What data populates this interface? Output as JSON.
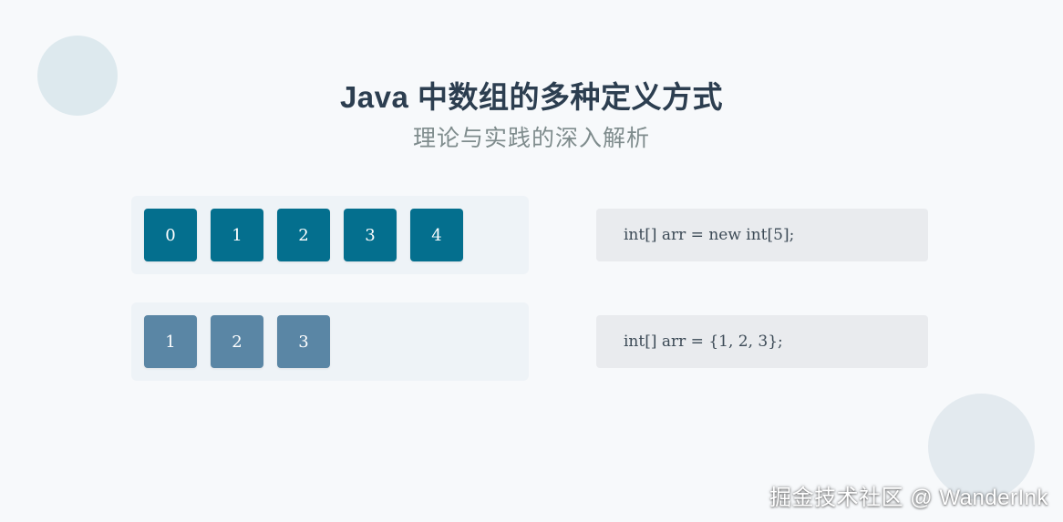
{
  "header": {
    "title": "Java 中数组的多种定义方式",
    "subtitle": "理论与实践的深入解析"
  },
  "examples": [
    {
      "cells": [
        "0",
        "1",
        "2",
        "3",
        "4"
      ],
      "code": "int[] arr = new int[5];"
    },
    {
      "cells": [
        "1",
        "2",
        "3"
      ],
      "code": "int[] arr = {1, 2, 3};"
    }
  ],
  "watermark": "掘金技术社区 @ WanderInk",
  "colors": {
    "background": "#f7f9fb",
    "cell_dark": "#046f8e",
    "cell_light": "#5a86a5",
    "title": "#2c3e50",
    "subtitle": "#7f8c8d"
  }
}
